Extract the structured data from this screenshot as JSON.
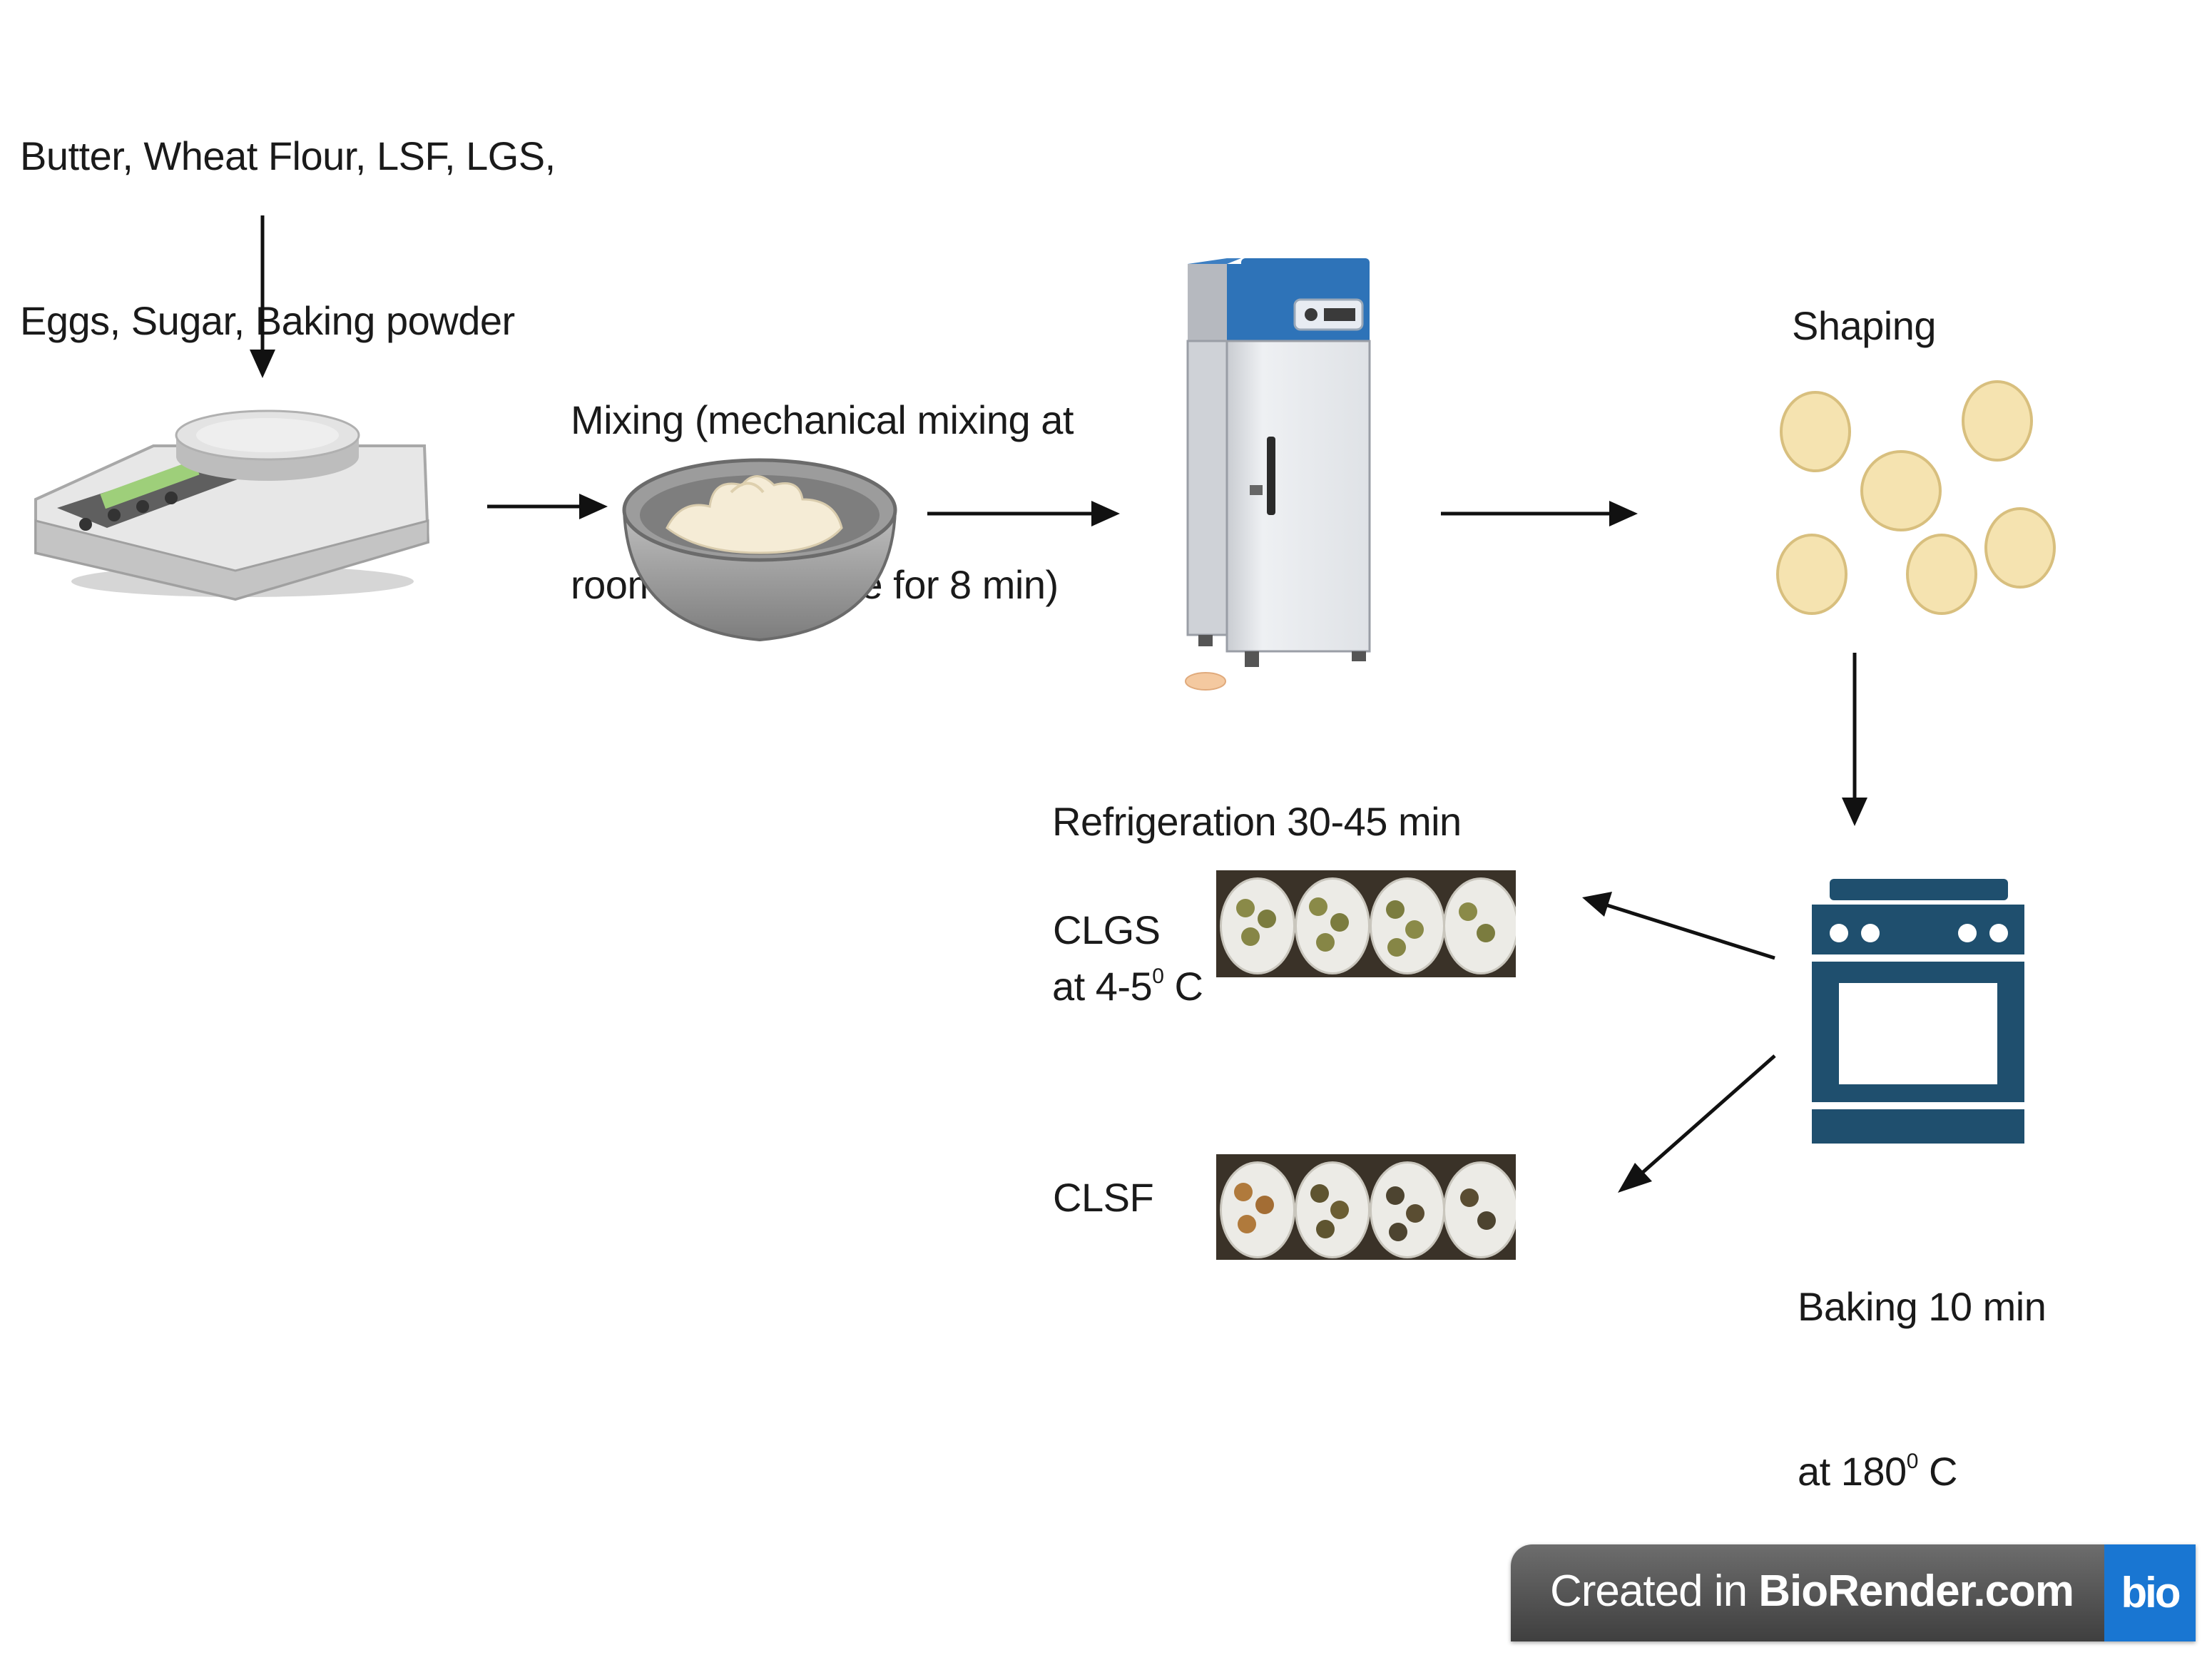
{
  "ingredients": {
    "line1": "Butter, Wheat Flour, LSF, LGS,",
    "line2": "Eggs, Sugar, Baking powder"
  },
  "mixing": {
    "line1": "Mixing (mechanical mixing at",
    "line2": "room temperature for 8 min)"
  },
  "refrigeration": {
    "line1": "Refrigeration 30-45 min",
    "line2_prefix": "at 4-5",
    "line2_sup": "0",
    "line2_suffix": " C"
  },
  "shaping": {
    "label": "Shaping"
  },
  "baking": {
    "line1": "Baking 10 min",
    "line2_prefix": "at 180",
    "line2_sup": "0",
    "line2_suffix": " C"
  },
  "products": {
    "clgs": {
      "label": "CLGS"
    },
    "clsf": {
      "label": "CLSF"
    }
  },
  "watermark": {
    "created_in": "Created in ",
    "brand": "BioRender.com",
    "badge": "bio"
  },
  "colors": {
    "dough": "#f5e3b0",
    "dough_stroke": "#d8bf7e",
    "oven": "#1f4f6e",
    "fridge_panel": "#2e73b8",
    "arrow": "#111111",
    "badge": "#1976d2"
  },
  "icons": [
    "scale-icon",
    "mixing-bowl-icon",
    "refrigerator-icon",
    "oven-icon",
    "dough-ball-icon",
    "flow-arrow-icon"
  ]
}
